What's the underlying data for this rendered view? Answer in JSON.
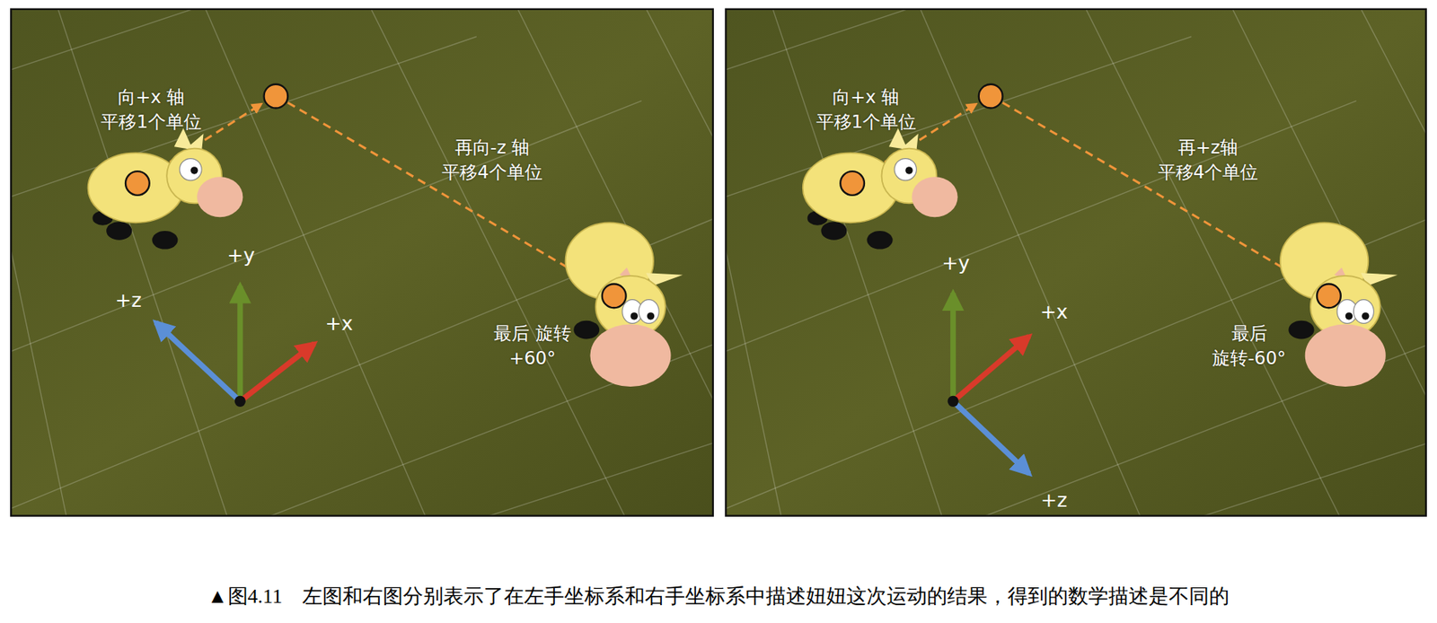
{
  "diagram": {
    "caption": "▲图4.11　左图和右图分别表示了在左手坐标系和右手坐标系中描述妞妞这次运动的结果，得到的数学描述是不同的",
    "labels": [
      "向+x 轴 平移1个单位",
      "再向-z 轴 平移4个单位",
      "最后 旋转+60°",
      "+y",
      "+z",
      "+x",
      "向+x 轴 平移1个单位",
      "再+z轴 平移4个单位",
      "最后 旋转-60°",
      "+y",
      "+x",
      "+z"
    ]
  }
}
